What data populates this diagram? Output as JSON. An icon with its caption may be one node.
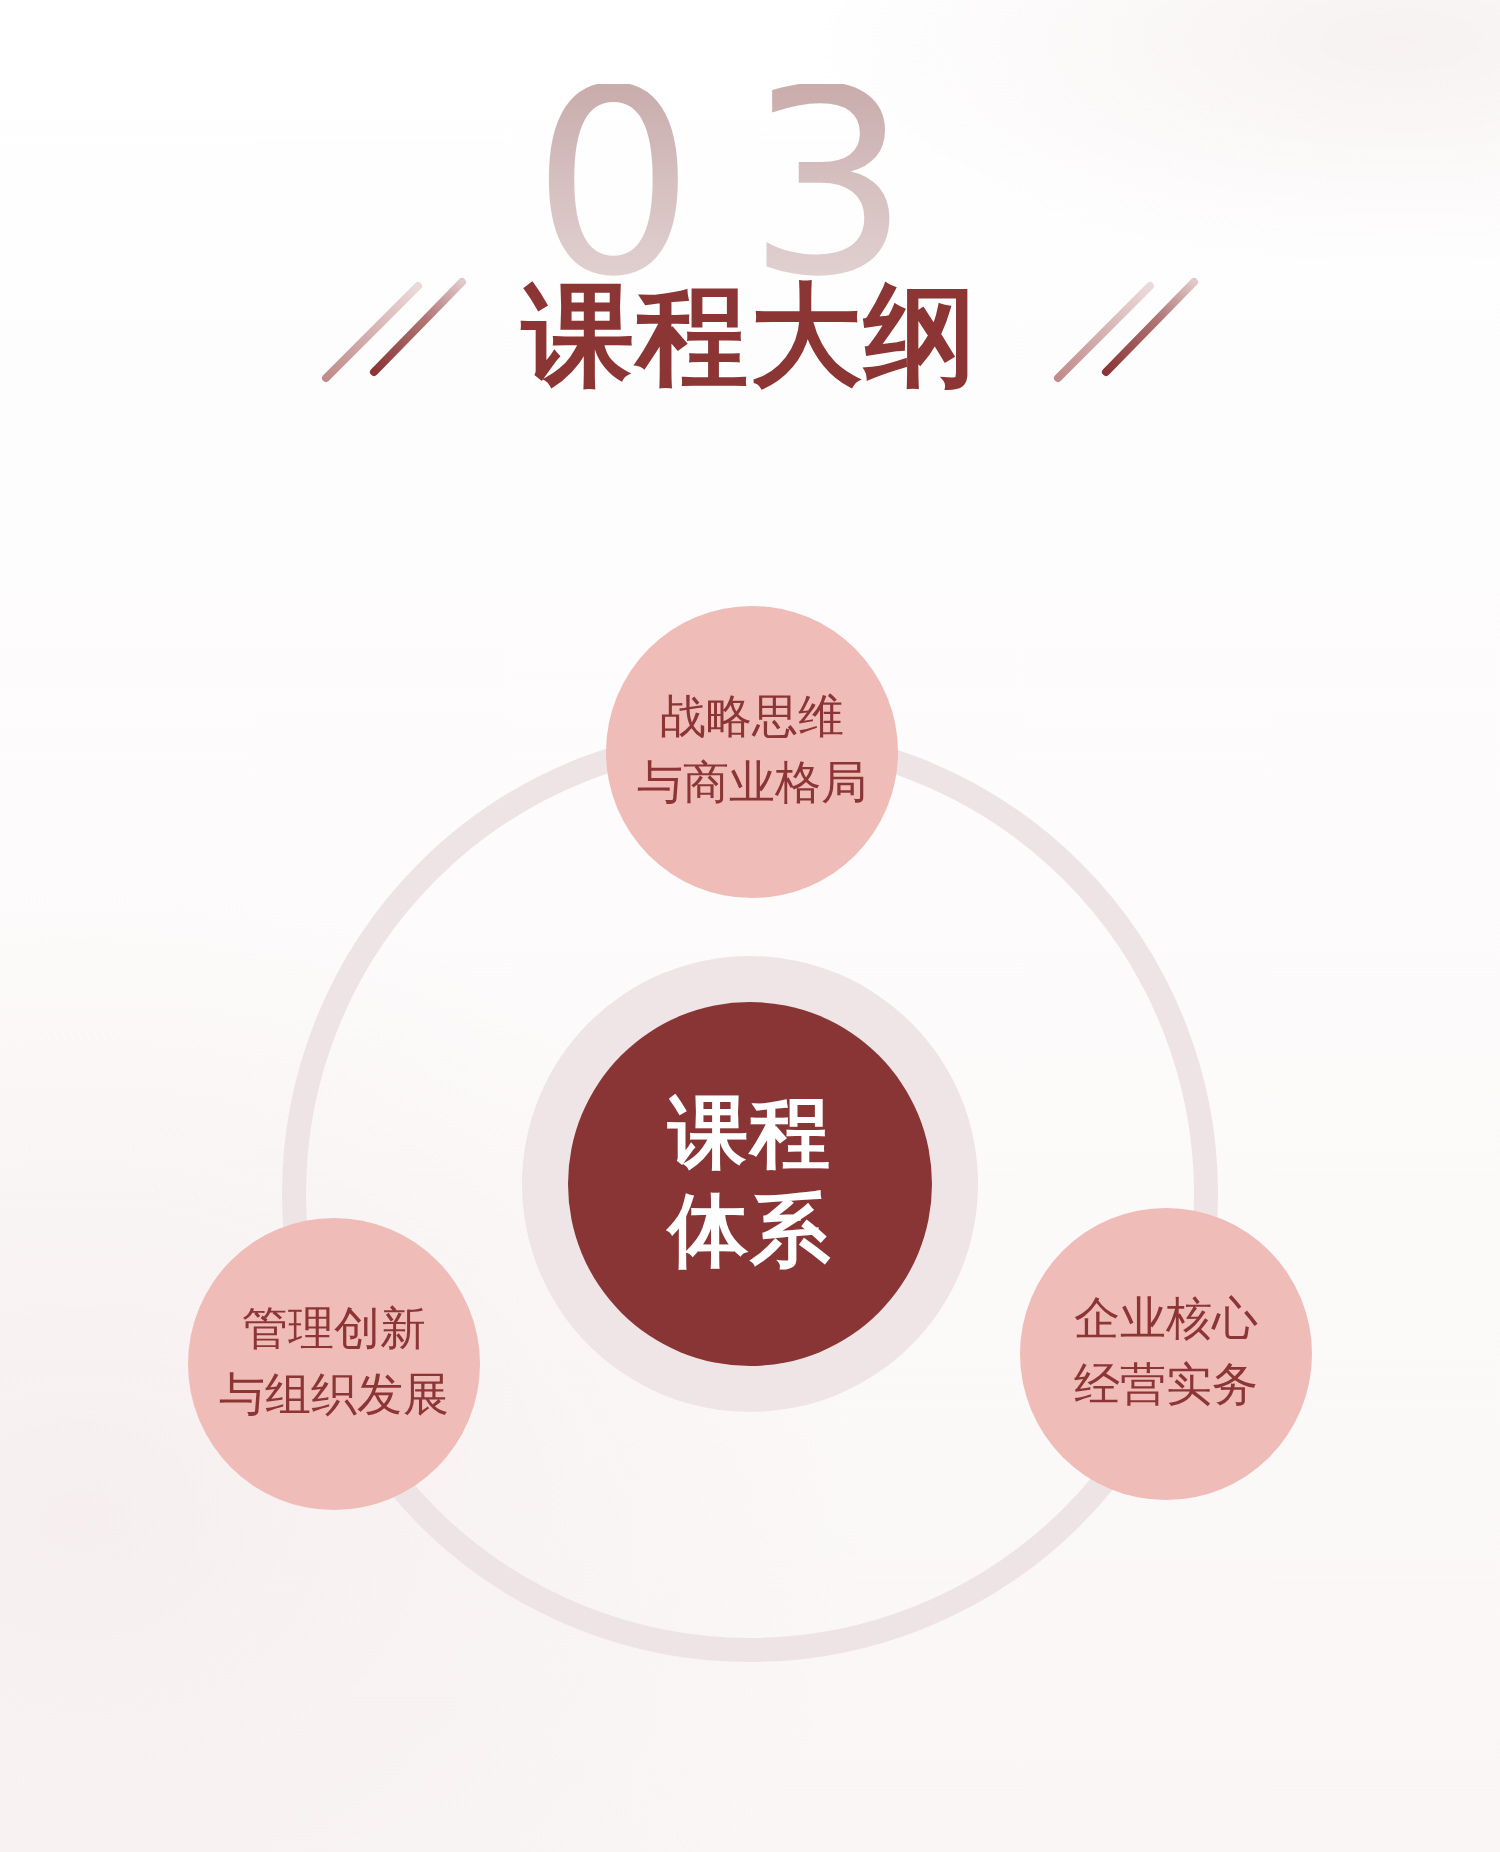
{
  "diagram": {
    "title": "课程大纲",
    "nodes": [
      {
        "text": [
          "战略思维与商业格局"
        ]
      },
      {
        "text": [
          "课程体系"
        ]
      },
      {
        "text": [
          "管理创新与组织发展"
        ]
      },
      {
        "text": [
          "企业核心经营实务"
        ]
      }
    ],
    "labels": [
      "03"
    ]
  }
}
